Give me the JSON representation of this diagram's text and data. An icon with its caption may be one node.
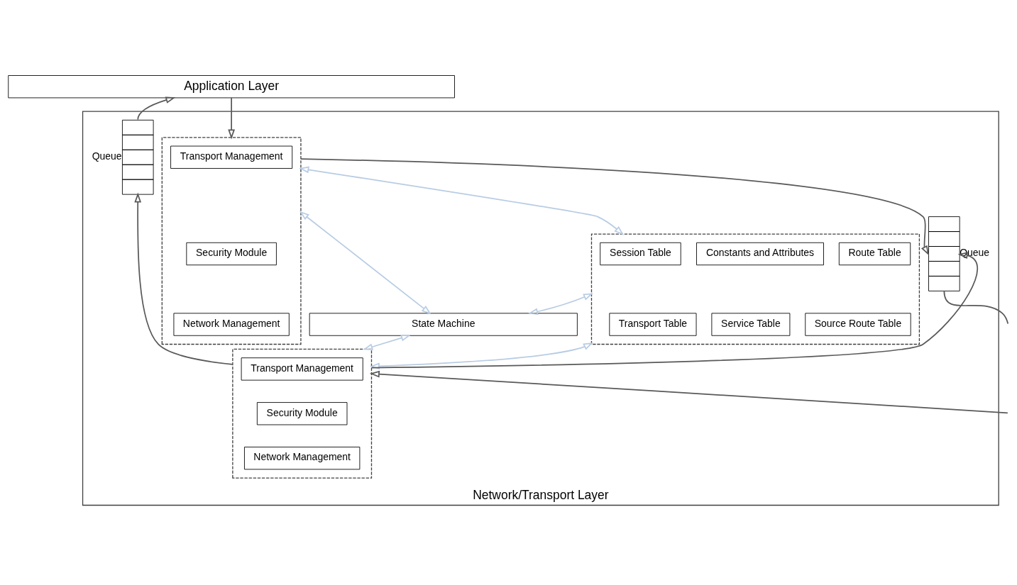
{
  "diagram": {
    "nodes": [
      {
        "text": [
          "Application Layer"
        ]
      },
      {
        "text": [
          "Network/Transport Layer"
        ]
      },
      {
        "text": [],
        "shape": "box",
        "in": 1
      },
      {
        "text": [
          "Transport Management"
        ],
        "in": 2
      },
      {
        "text": [
          "Security Module"
        ],
        "in": 2
      },
      {
        "text": [
          "Network Management"
        ],
        "in": 2
      },
      {
        "text": [],
        "shape": "box",
        "in": 1
      },
      {
        "text": [
          "Session Table"
        ],
        "in": 6
      },
      {
        "text": [
          "Route Table"
        ],
        "in": 6
      },
      {
        "text": [
          "Constants and Attributes"
        ],
        "in": 6
      },
      {
        "text": [
          "Transport Table"
        ],
        "in": 6
      },
      {
        "text": [
          "Source Route Table"
        ],
        "in": 6
      },
      {
        "text": [
          "Service Table"
        ],
        "in": 6
      },
      {
        "text": [],
        "shape": "queue",
        "beside": [
          "Queue"
        ],
        "in": 1
      },
      {
        "text": [
          "State Machine"
        ],
        "in": 1
      },
      {
        "text": [],
        "shape": "queue",
        "beside": [
          "Queue"
        ],
        "in": 1
      },
      {
        "text": [],
        "shape": "box",
        "in": 1
      },
      {
        "text": [
          "Transport Management"
        ],
        "in": 16
      },
      {
        "text": [
          "Security Module"
        ],
        "in": 16
      },
      {
        "text": [
          "Network Management"
        ],
        "in": 16
      }
    ],
    "edges": [
      {
        "from": 0,
        "to": 2,
        "arrow": "to"
      },
      {
        "from": 2,
        "to": 13,
        "arrow": "to"
      },
      {
        "from": 13,
        "to": null,
        "arrow": "none"
      },
      {
        "from": 2,
        "to": 6,
        "arrow": "both",
        "color": "#b8cce4"
      },
      {
        "from": 2,
        "to": 14,
        "arrow": "both",
        "color": "#b8cce4"
      },
      {
        "from": 6,
        "to": 14,
        "arrow": "both",
        "color": "#b8cce4"
      },
      {
        "from": 6,
        "to": 16,
        "arrow": "both",
        "color": "#b8cce4"
      },
      {
        "from": 14,
        "to": 16,
        "arrow": "both",
        "color": "#b8cce4"
      },
      {
        "from": 16,
        "to": 15,
        "arrow": "to"
      },
      {
        "from": 15,
        "to": 0,
        "arrow": "to"
      },
      {
        "from": null,
        "to": 16,
        "arrow": "to"
      },
      {
        "from": 16,
        "to": 13,
        "arrow": "to"
      }
    ]
  }
}
